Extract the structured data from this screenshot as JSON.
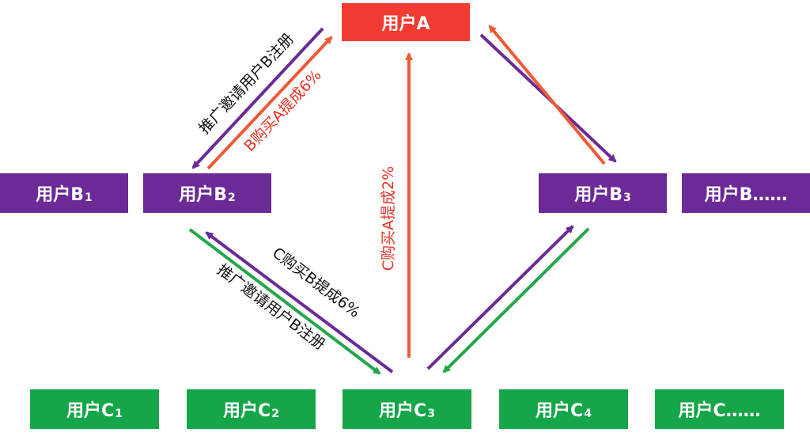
{
  "colors": {
    "red": "#f23b32",
    "purple": "#6b2a96",
    "green": "#16a64a",
    "orange_arrow": "#f05a34",
    "purple_arrow": "#6b2a96",
    "green_arrow": "#22a84a",
    "label_black": "#111111",
    "label_red": "#e63323"
  },
  "nodes": {
    "a": {
      "text": "用户A"
    },
    "b1": {
      "text": "用户B",
      "sub": "1"
    },
    "b2": {
      "text": "用户B",
      "sub": "2"
    },
    "b3": {
      "text": "用户B",
      "sub": "3"
    },
    "bx": {
      "text": "用户B……"
    },
    "c1": {
      "text": "用户C",
      "sub": "1"
    },
    "c2": {
      "text": "用户C",
      "sub": "2"
    },
    "c3": {
      "text": "用户C",
      "sub": "3"
    },
    "c4": {
      "text": "用户C",
      "sub": "4"
    },
    "cx": {
      "text": "用户C……"
    }
  },
  "labels": {
    "b_invite": "推广邀请用户B注册",
    "b_buy": "B购买A提成6%",
    "c_buy_a": "C购买A提成2%",
    "c_buy_b": "C购买B提成6%",
    "c_invite": "推广邀请用户B注册"
  }
}
